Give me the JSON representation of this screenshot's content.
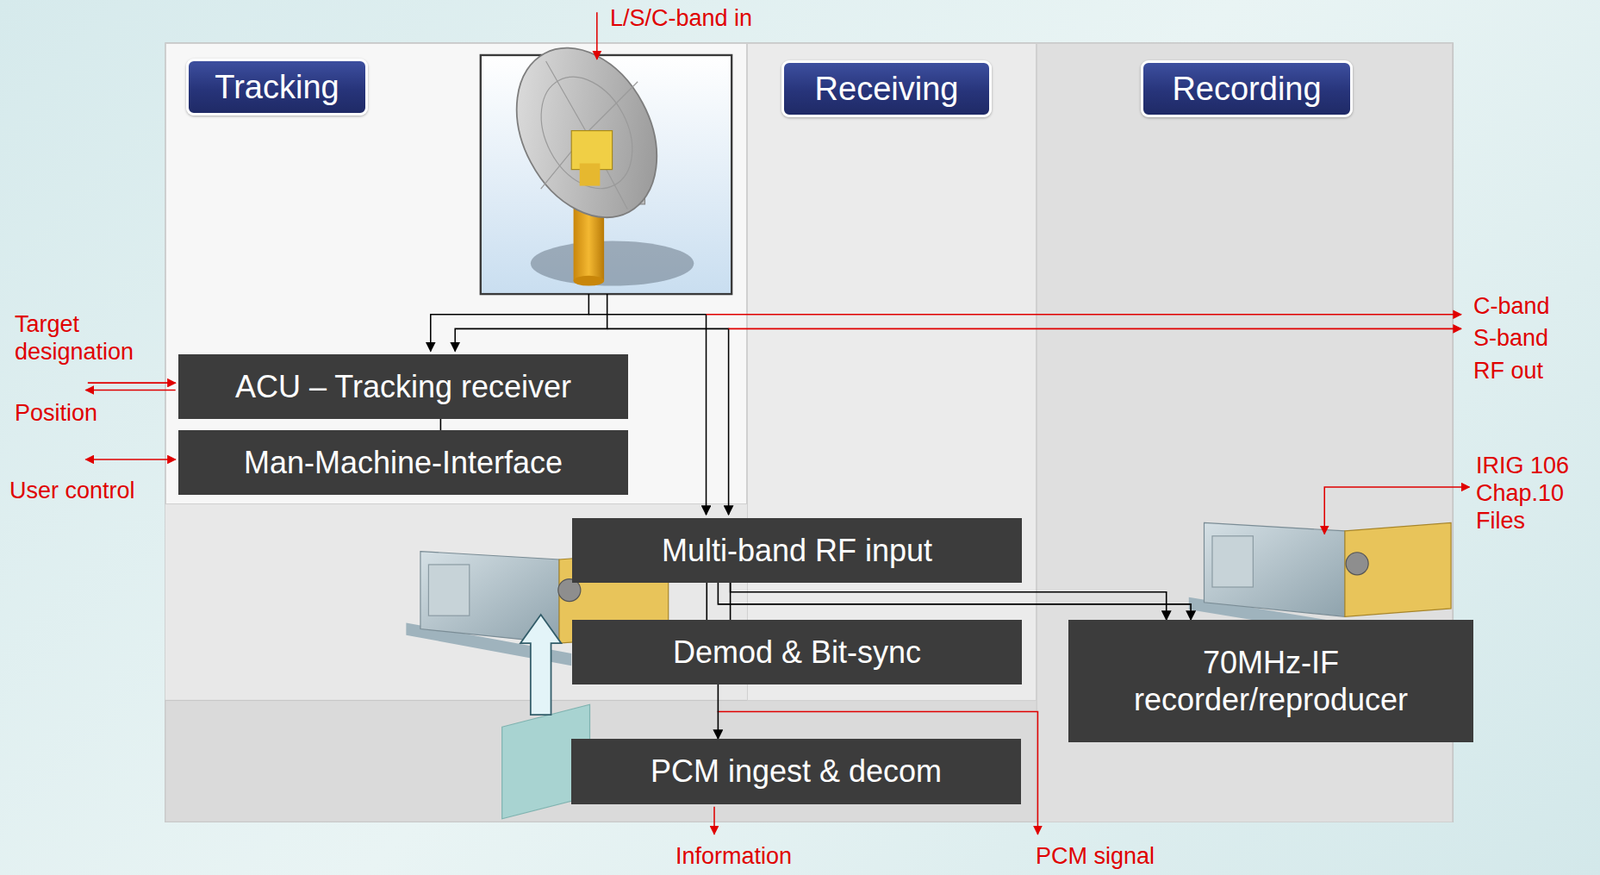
{
  "diagram": {
    "nodes": [
      {
        "text": [
          "Tracking"
        ]
      },
      {
        "text": [
          "Receiving"
        ]
      },
      {
        "text": [
          "Recording"
        ]
      },
      {
        "text": [
          "ACU – Tracking receiver"
        ],
        "in": 0
      },
      {
        "text": [
          "Man-Machine-Interface"
        ],
        "in": 0
      },
      {
        "text": [
          "Multi-band RF input"
        ],
        "in": 1
      },
      {
        "text": [
          "Demod & Bit-sync"
        ],
        "in": 1
      },
      {
        "text": [
          "70MHz-IF recorder/reproducer"
        ],
        "in": 2
      },
      {
        "text": [
          "PCM ingest & decom"
        ]
      }
    ],
    "edges": [
      {
        "from": 3,
        "to": 4,
        "arrow": "none"
      },
      {
        "from": 5,
        "to": 6,
        "arrow": "none"
      },
      {
        "from": 5,
        "to": 7,
        "arrow": "to"
      },
      {
        "from": 6,
        "to": 8,
        "arrow": "to"
      }
    ],
    "labels": [
      "L/S/C-band in",
      "Target designation",
      "Position",
      "User control",
      "C-band",
      "S-band",
      "RF out",
      "IRIG 106 Chap.10 Files",
      "Information",
      "PCM signal"
    ]
  }
}
